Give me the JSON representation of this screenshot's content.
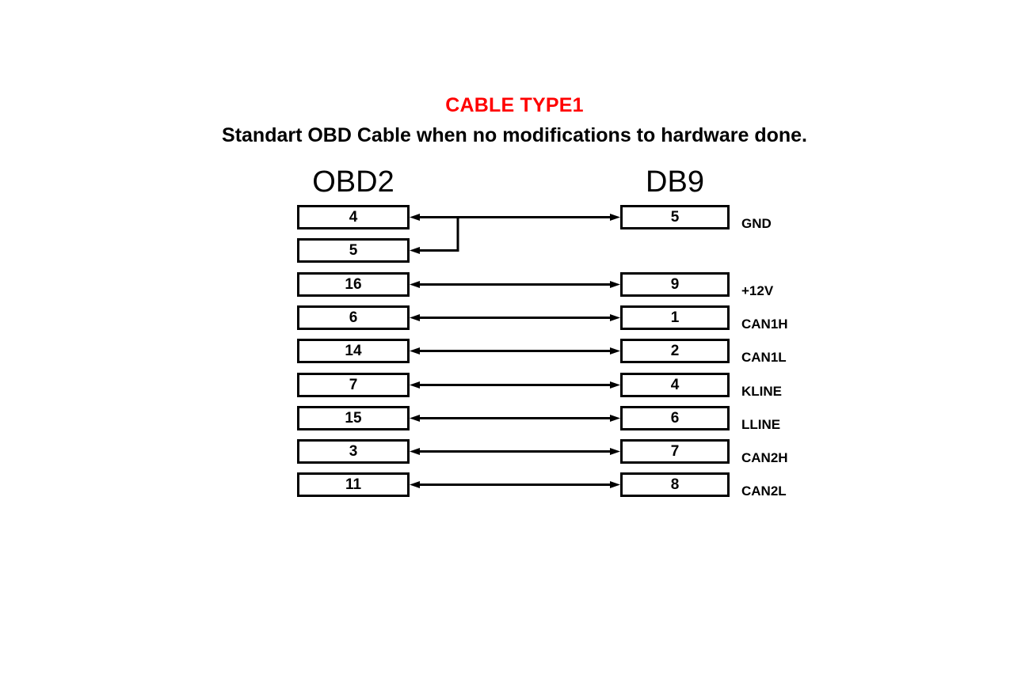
{
  "title": {
    "heading": "CABLE TYPE1",
    "heading_color": "#ff0000",
    "subheading": "Standart OBD Cable when no modifications to hardware done."
  },
  "columns": {
    "left_header": "OBD2",
    "right_header": "DB9"
  },
  "connections": [
    {
      "obd2_pin": "4",
      "db9_pin": "5",
      "signal": "GND",
      "link": "arrow-both"
    },
    {
      "obd2_pin": "5",
      "db9_pin": "",
      "signal": "",
      "link": "branch-from-above"
    },
    {
      "obd2_pin": "16",
      "db9_pin": "9",
      "signal": "+12V",
      "link": "arrow-both"
    },
    {
      "obd2_pin": "6",
      "db9_pin": "1",
      "signal": "CAN1H",
      "link": "arrow-both"
    },
    {
      "obd2_pin": "14",
      "db9_pin": "2",
      "signal": "CAN1L",
      "link": "arrow-both"
    },
    {
      "obd2_pin": "7",
      "db9_pin": "4",
      "signal": "KLINE",
      "link": "arrow-both"
    },
    {
      "obd2_pin": "15",
      "db9_pin": "6",
      "signal": "LLINE",
      "link": "arrow-both"
    },
    {
      "obd2_pin": "3",
      "db9_pin": "7",
      "signal": "CAN2H",
      "link": "arrow-both"
    },
    {
      "obd2_pin": "11",
      "db9_pin": "8",
      "signal": "CAN2L",
      "link": "arrow-both"
    }
  ]
}
